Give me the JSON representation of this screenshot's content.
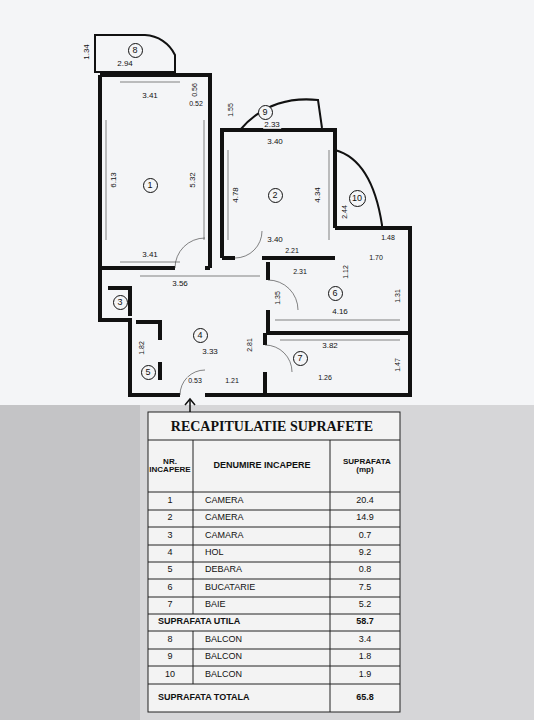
{
  "diagram": {
    "title": "RECAPITULATIE SUPRAFETE",
    "nodes": [
      {
        "text": [
          "1"
        ]
      },
      {
        "text": [
          "2"
        ]
      },
      {
        "text": [
          "3"
        ]
      },
      {
        "text": [
          "4"
        ]
      },
      {
        "text": [
          "5"
        ]
      },
      {
        "text": [
          "6"
        ]
      },
      {
        "text": [
          "7"
        ]
      },
      {
        "text": [
          "8"
        ]
      },
      {
        "text": [
          "9"
        ]
      },
      {
        "text": [
          "10"
        ]
      }
    ],
    "labels": [
      "1.34",
      "2.94",
      "0.56",
      "0.52",
      "3.41",
      "6.13",
      "5.32",
      "3.41",
      "1.55",
      "2.33",
      "3.40",
      "4.78",
      "4.34",
      "3.40",
      "2.44",
      "1.48",
      "2.21",
      "1.70",
      "1.12",
      "3.56",
      "2.31",
      "4.16",
      "1.35",
      "1.31",
      "1.82",
      "3.33",
      "2.81",
      "0.53",
      "1.21",
      "3.82",
      "1.26",
      "1.47",
      "NR. INCAPERE",
      "DENUMIRE INCAPERE",
      "SUPRAFATA (mp)",
      "1",
      "CAMERA",
      "20.4",
      "2",
      "CAMERA",
      "14.9",
      "3",
      "CAMARA",
      "0.7",
      "4",
      "HOL",
      "9.2",
      "5",
      "DEBARA",
      "0.8",
      "6",
      "BUCATARIE",
      "7.5",
      "7",
      "BAIE",
      "5.2",
      "SUPRAFATA UTILA",
      "58.7",
      "8",
      "BALCON",
      "3.4",
      "9",
      "BALCON",
      "1.8",
      "10",
      "BALCON",
      "1.9",
      "SUPRAFATA TOTALA",
      "65.8"
    ]
  }
}
